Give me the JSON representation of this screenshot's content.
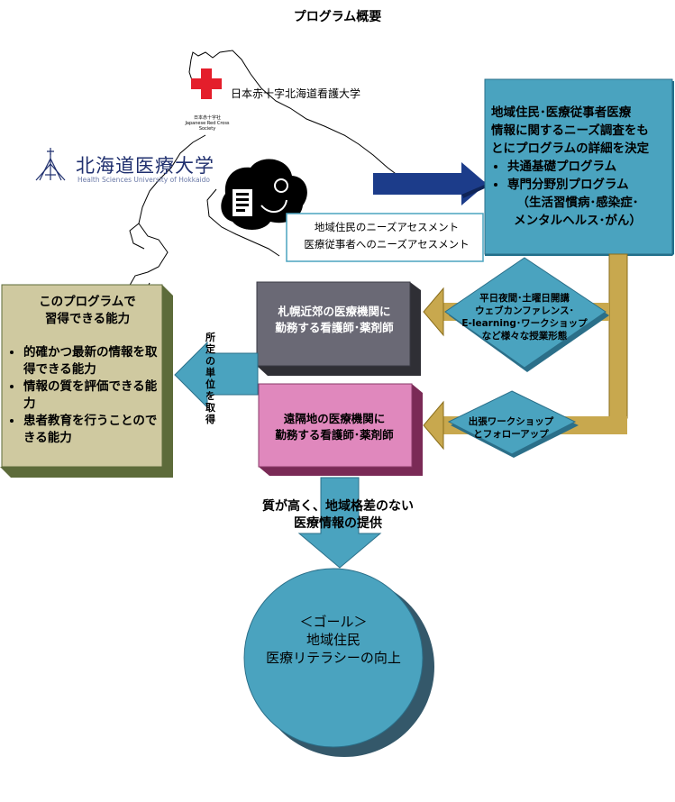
{
  "title": "プログラム概要",
  "logos": {
    "jrc_name": "日本赤十字北海道看護大学",
    "jrc_small_1": "日本赤十字社",
    "jrc_small_2": "Japanese Red Cross Society",
    "hsu_name": "北海道医療大学",
    "hsu_sub": "Health Sciences University of Hokkaido"
  },
  "needs_assessment": {
    "line1": "地域住民のニーズアセスメント",
    "line2": "医療従事者へのニーズアセスメント"
  },
  "program_decision": {
    "line1": "地域住民･医療従事者医療",
    "line2": "情報に関するニーズ調査をも",
    "line3": "とにプログラムの詳細を決定",
    "bullets": [
      "共通基礎プログラム",
      "専門分野別プログラム"
    ],
    "sub": "（生活習慣病･感染症･",
    "sub2": "メンタルヘルス･がん）"
  },
  "learning_modes": {
    "line1": "平日夜間･土曜日開講",
    "line2": "ウェブカンファレンス･",
    "line3": "E-learning･ワークショップ",
    "line4": "など様々な授業形態"
  },
  "outreach": {
    "line1": "出張ワークショップ",
    "line2": "とフォローアップ"
  },
  "sapporo_staff": {
    "line1": "札幌近郊の医療機関に",
    "line2": "勤務する看護師･薬剤師"
  },
  "remote_staff": {
    "line1": "遠隔地の医療機関に",
    "line2": "勤務する看護師･薬剤師"
  },
  "credit": "所定の単位を取得",
  "competencies": {
    "heading1": "このプログラムで",
    "heading2": "習得できる能力",
    "items": [
      "的確かつ最新の情報を取得できる能力",
      "情報の質を評価できる能力",
      "患者教育を行うことのできる能力"
    ]
  },
  "quality": {
    "line1": "質が高く、地域格差のない",
    "line2": "医療情報の提供"
  },
  "goal": {
    "line1": "＜ゴール＞",
    "line2": "地域住民",
    "line3": "医療リテラシーの向上"
  },
  "colors": {
    "teal": "#4aa3bf",
    "teal_dark": "#1f6f8b",
    "navy": "#1c3c8a",
    "olive_fill": "#cfc9a0",
    "olive_dark": "#5d6b3a",
    "gold": "#c8a84e",
    "gold_dark": "#8a6e1c",
    "slate": "#6a6975",
    "pink": "#e088bd",
    "red_cross": "#e41e2b"
  }
}
